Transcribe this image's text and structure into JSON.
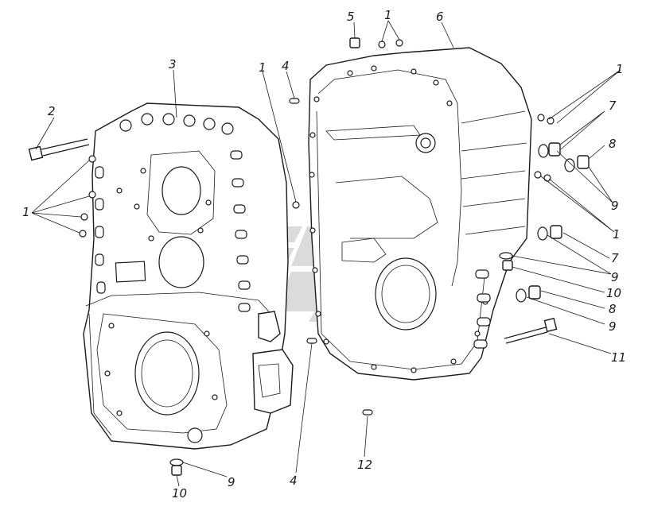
{
  "diagram": {
    "title": "",
    "callouts": [
      {
        "id": "c5",
        "text": "5"
      },
      {
        "id": "c1-top",
        "text": "1"
      },
      {
        "id": "c6",
        "text": "6"
      },
      {
        "id": "c3",
        "text": "3"
      },
      {
        "id": "c4-top",
        "text": "4"
      },
      {
        "id": "c1-mid",
        "text": "1"
      },
      {
        "id": "c2",
        "text": "2"
      },
      {
        "id": "c1-right-top",
        "text": "1"
      },
      {
        "id": "c7-top",
        "text": "7"
      },
      {
        "id": "c8-top",
        "text": "8"
      },
      {
        "id": "c9-top",
        "text": "9"
      },
      {
        "id": "c1-right-mid",
        "text": "1"
      },
      {
        "id": "c1-left",
        "text": "1"
      },
      {
        "id": "c7-mid",
        "text": "7"
      },
      {
        "id": "c9-mid",
        "text": "9"
      },
      {
        "id": "c10-right",
        "text": "10"
      },
      {
        "id": "c8-mid",
        "text": "8"
      },
      {
        "id": "c9-low",
        "text": "9"
      },
      {
        "id": "c11",
        "text": "11"
      },
      {
        "id": "c9-bottom",
        "text": "9"
      },
      {
        "id": "c10-bottom",
        "text": "10"
      },
      {
        "id": "c4-bottom",
        "text": "4"
      },
      {
        "id": "c12",
        "text": "12"
      }
    ]
  }
}
